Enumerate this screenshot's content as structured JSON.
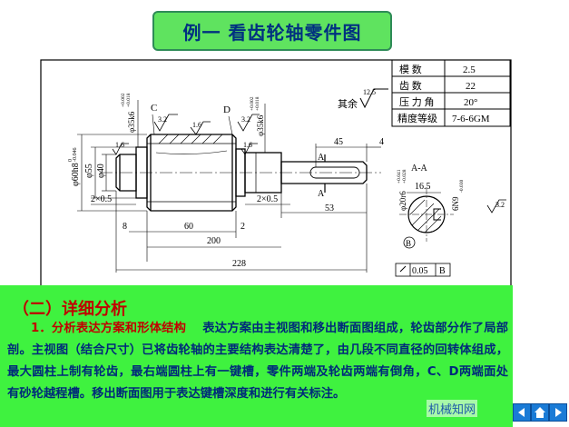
{
  "title": "例一   看齿轮轴零件图",
  "table": [
    [
      "模      数",
      "2.5"
    ],
    [
      "齿      数",
      "22"
    ],
    [
      "压 力 角",
      "20°"
    ],
    [
      "精度等级",
      "7-6-6GM"
    ]
  ],
  "roughness": {
    "qiyu": "其余",
    "value_12_5": "12.5",
    "value_3_2": "3.2",
    "value_1_6": "1.6"
  },
  "labels": {
    "c": "C",
    "d": "D",
    "a": "A",
    "b": "B",
    "section": "A-A",
    "diam_35k6": "φ35k6",
    "tol_35k6_up": "+0.018",
    "tol_35k6_lo": "+0.002",
    "diam_60h8": "φ60h8",
    "tol_60h8_up": "0",
    "tol_60h8_lo": "-0.046",
    "diam_55": "φ55",
    "diam_40": "φ40",
    "diam_20r6": "φ20r6",
    "tol_20r6_up": "+0.041",
    "tol_20r6_lo": "+0.028",
    "key_6n9": "6N9",
    "tol_6n9": "-0.030",
    "dim_16_5": "16.5",
    "dim_45": "45",
    "dim_4": "4",
    "dim_53": "53",
    "dim_2x05_left": "2×0.5",
    "dim_2x05_right": "2×0.5",
    "dim_8": "8",
    "dim_60": "60",
    "dim_2": "2",
    "dim_200": "200",
    "dim_228": "228",
    "runout": "0.05",
    "runout_ref": "B"
  },
  "panel": {
    "heading": "（二）详细分析",
    "subheading": "1．分析表达方案和形体结构",
    "body": "表达方案由主视图和移出断面图组成，轮齿部分作了局部剖。主视图（结合尺寸）已将齿轮轴的主要结构表达清楚了，由几段不同直径的回转体组成，最大圆柱上制有轮齿，最右端圆柱上有一键槽，零件两端及轮齿两端有倒角，C、D两端面处有砂轮越程槽。移出断面图用于表达键槽深度和进行有关标注。"
  },
  "watermark": "机械知网",
  "nav": {
    "prev_icon": "arrow-left-icon",
    "next_icon": "arrow-right-icon",
    "home_icon": "home-icon"
  },
  "colors": {
    "title_bg": "#5fe35f",
    "title_text": "#003080",
    "panel_bg": "#3ff23f",
    "heading": "#c00000",
    "body_text": "#002a7a"
  }
}
